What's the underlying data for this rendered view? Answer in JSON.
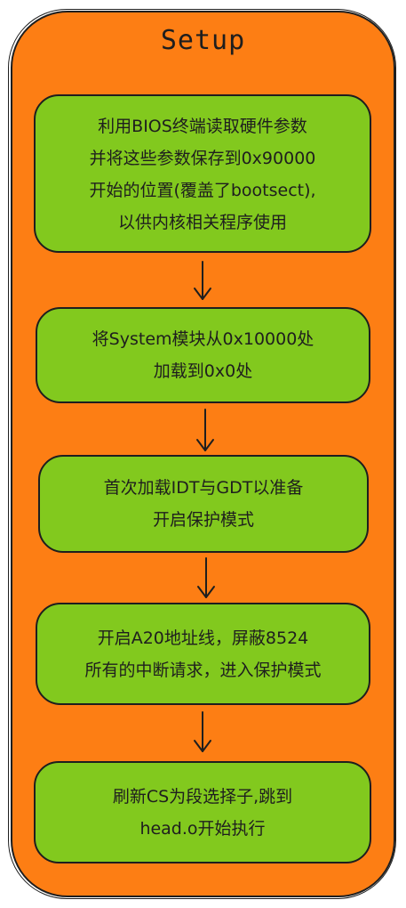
{
  "title": "Setup",
  "colors": {
    "container_fill": "#fd7e14",
    "step_fill": "#82c91e",
    "stroke": "#1e1e1e"
  },
  "steps": [
    {
      "text": "利用BIOS终端读取硬件参数\n并将这些参数保存到0x90000\n开始的位置(覆盖了bootsect),\n以供内核相关程序使用"
    },
    {
      "text": "将System模块从0x10000处\n加载到0x0处"
    },
    {
      "text": "首次加载IDT与GDT以准备\n开启保护模式"
    },
    {
      "text": "开启A20地址线，屏蔽8524\n所有的中断请求，进入保护模式"
    },
    {
      "text": "刷新CS为段选择子,跳到\nhead.o开始执行"
    }
  ]
}
